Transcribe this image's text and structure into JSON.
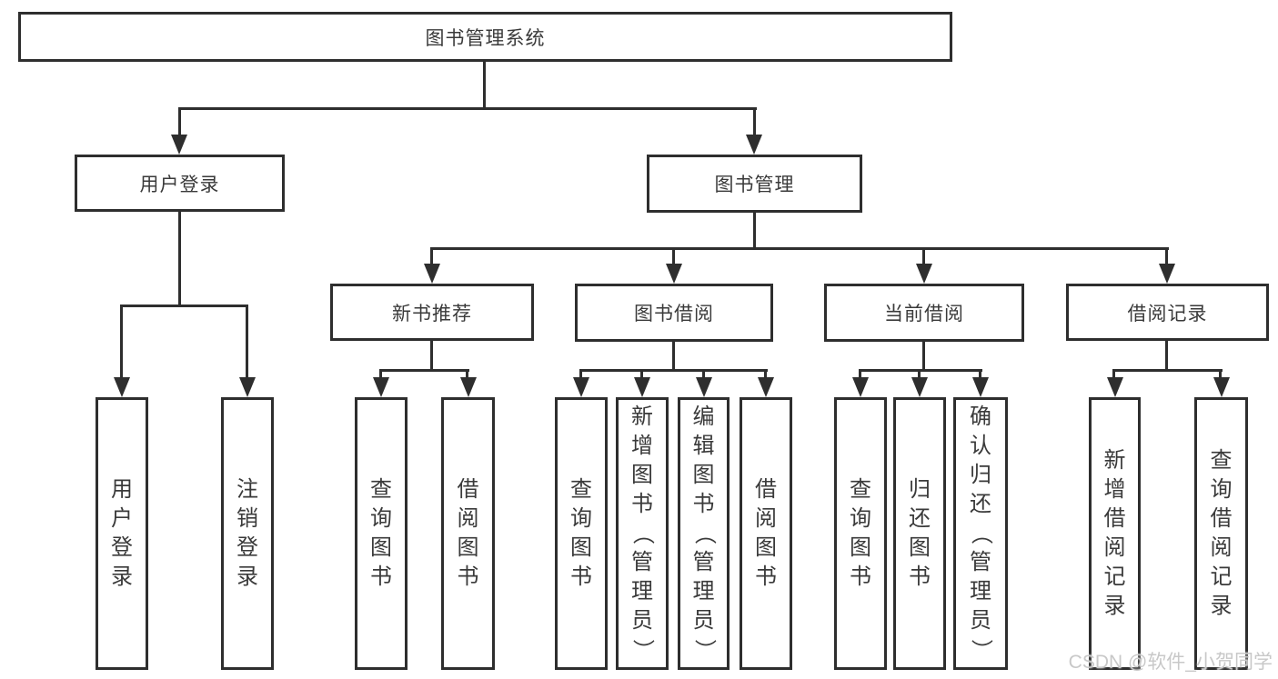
{
  "diagram_type": "hierarchy-tree",
  "colors": {
    "line": "#2e2e2e",
    "text": "#3a3a3a",
    "background": "#ffffff",
    "watermark": "#c8c8c8"
  },
  "watermark": "CSDN @软件_小贺同学",
  "tree": {
    "label": "图书管理系统",
    "children": [
      {
        "label": "用户登录",
        "children": [
          {
            "label": "用户登录"
          },
          {
            "label": "注销登录"
          }
        ]
      },
      {
        "label": "图书管理",
        "children": [
          {
            "label": "新书推荐",
            "children": [
              {
                "label": "查询图书"
              },
              {
                "label": "借阅图书"
              }
            ]
          },
          {
            "label": "图书借阅",
            "children": [
              {
                "label": "查询图书"
              },
              {
                "label": "新增图书（管理员）"
              },
              {
                "label": "编辑图书（管理员）"
              },
              {
                "label": "借阅图书"
              }
            ]
          },
          {
            "label": "当前借阅",
            "children": [
              {
                "label": "查询图书"
              },
              {
                "label": "归还图书"
              },
              {
                "label": "确认归还（管理员）"
              }
            ]
          },
          {
            "label": "借阅记录",
            "children": [
              {
                "label": "新增借阅记录"
              },
              {
                "label": "查询借阅记录"
              }
            ]
          }
        ]
      }
    ]
  }
}
